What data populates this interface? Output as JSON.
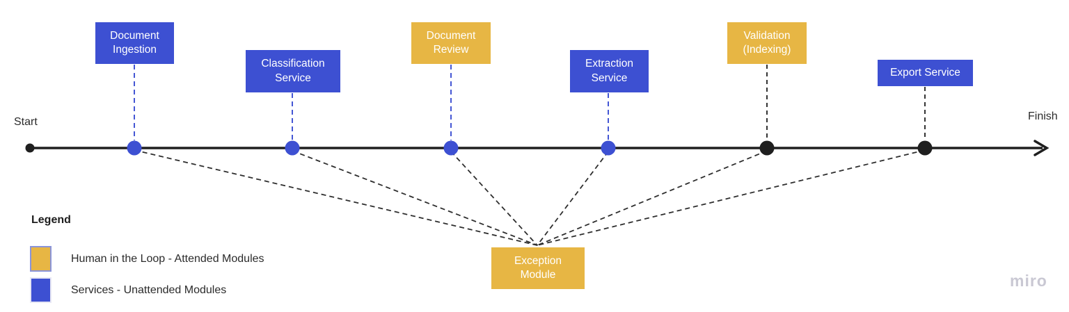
{
  "canvas": {
    "background": "#ffffff"
  },
  "timeline": {
    "start_label": "Start",
    "finish_label": "Finish"
  },
  "nodes": [
    {
      "label": "Document Ingestion",
      "type": "service",
      "dot_color": "#3d50d2"
    },
    {
      "label": "Classification Service",
      "type": "service",
      "dot_color": "#3d50d2"
    },
    {
      "label": "Document Review",
      "type": "human",
      "dot_color": "#3d50d2"
    },
    {
      "label": "Extraction Service",
      "type": "service",
      "dot_color": "#3d50d2"
    },
    {
      "label": "Validation (Indexing)",
      "type": "human",
      "dot_color": "#1f1f1f"
    },
    {
      "label": "Export Service",
      "type": "service",
      "dot_color": "#1f1f1f"
    }
  ],
  "exception_module": {
    "label": "Exception Module",
    "type": "human"
  },
  "legend": {
    "title": "Legend",
    "items": [
      {
        "label": "Human in the Loop - Attended Modules",
        "color": "#e7b644"
      },
      {
        "label": "Services - Unattended Modules",
        "color": "#3d50d2"
      }
    ]
  },
  "colors": {
    "service_blue": "#3d50d2",
    "human_yellow": "#e7b644",
    "line_black": "#1f1f1f",
    "connector_blue_dashed": "#4456d4",
    "connector_dark_dashed": "#2e2e2e"
  },
  "watermark": "miro"
}
